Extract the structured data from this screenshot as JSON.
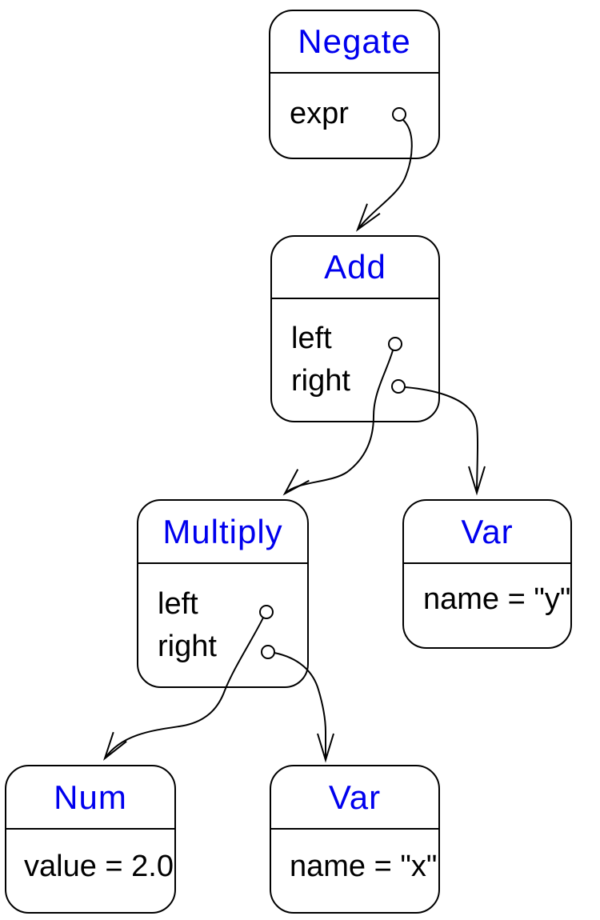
{
  "figure": {
    "kind": "expression-tree-object-diagram",
    "background_color": "#ffffff",
    "node_border_color": "#000000",
    "node_title_color": "#0000ee",
    "edge_color": "#000000",
    "nodes": [
      {
        "id": "negate",
        "title": "Negate",
        "fields": [
          "expr"
        ]
      },
      {
        "id": "add",
        "title": "Add",
        "fields": [
          "left",
          "right"
        ]
      },
      {
        "id": "multiply",
        "title": "Multiply",
        "fields": [
          "left",
          "right"
        ]
      },
      {
        "id": "var-y",
        "title": "Var",
        "fields": [
          "name = \"y\""
        ]
      },
      {
        "id": "num",
        "title": "Num",
        "fields": [
          "value = 2.0"
        ]
      },
      {
        "id": "var-x",
        "title": "Var",
        "fields": [
          "name = \"x\""
        ]
      }
    ],
    "edges": [
      {
        "from": "Negate.expr",
        "to": "Add"
      },
      {
        "from": "Add.left",
        "to": "Multiply"
      },
      {
        "from": "Add.right",
        "to": "Var (y)"
      },
      {
        "from": "Multiply.left",
        "to": "Num"
      },
      {
        "from": "Multiply.right",
        "to": "Var (x)"
      }
    ]
  }
}
